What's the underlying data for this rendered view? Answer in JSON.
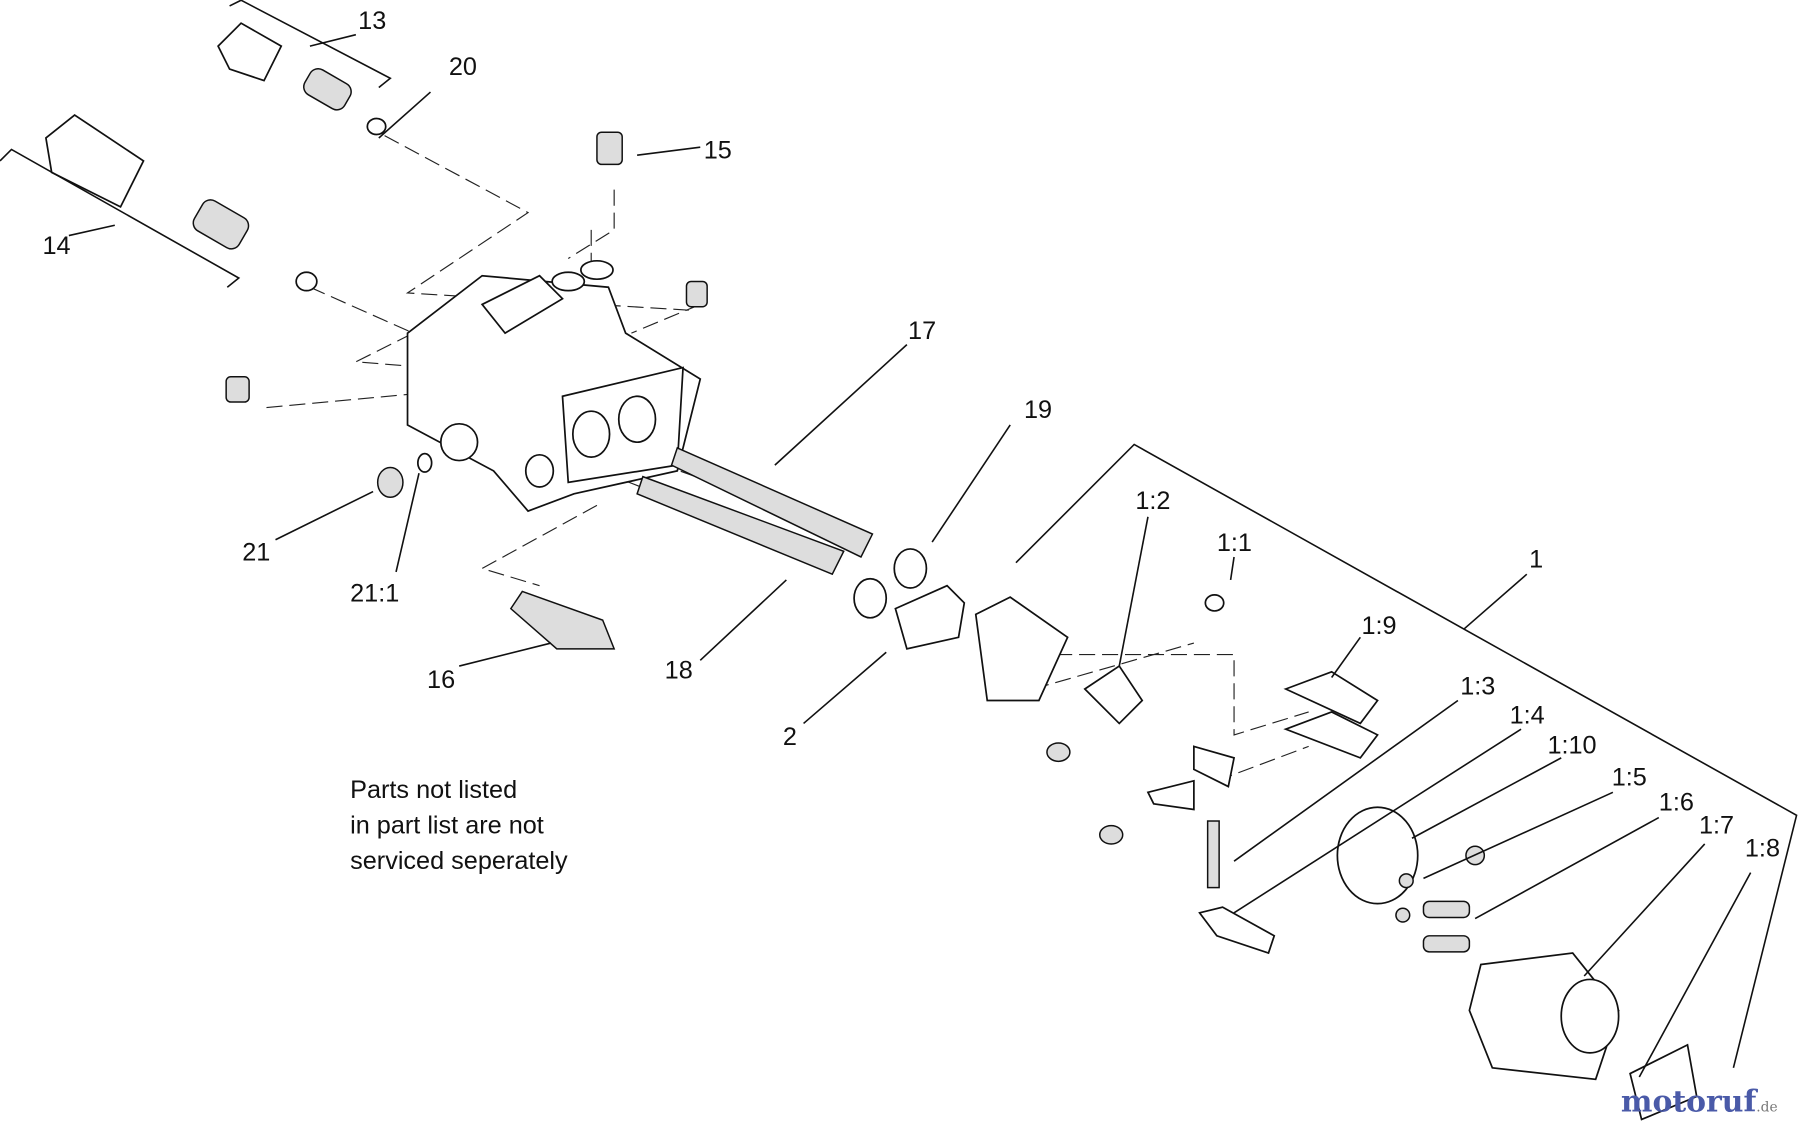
{
  "callouts": [
    {
      "id": "13",
      "text": "13"
    },
    {
      "id": "20",
      "text": "20"
    },
    {
      "id": "15",
      "text": "15"
    },
    {
      "id": "14",
      "text": "14"
    },
    {
      "id": "17",
      "text": "17"
    },
    {
      "id": "19",
      "text": "19"
    },
    {
      "id": "21",
      "text": "21"
    },
    {
      "id": "21_1",
      "text": "21:1"
    },
    {
      "id": "16",
      "text": "16"
    },
    {
      "id": "18",
      "text": "18"
    },
    {
      "id": "2",
      "text": "2"
    },
    {
      "id": "1_2",
      "text": "1:2"
    },
    {
      "id": "1_1",
      "text": "1:1"
    },
    {
      "id": "1",
      "text": "1"
    },
    {
      "id": "1_9",
      "text": "1:9"
    },
    {
      "id": "1_3",
      "text": "1:3"
    },
    {
      "id": "1_4",
      "text": "1:4"
    },
    {
      "id": "1_10",
      "text": "1:10"
    },
    {
      "id": "1_5",
      "text": "1:5"
    },
    {
      "id": "1_6",
      "text": "1:6"
    },
    {
      "id": "1_7",
      "text": "1:7"
    },
    {
      "id": "1_8",
      "text": "1:8"
    }
  ],
  "note": {
    "lines": [
      "Parts not listed",
      "in part list are not",
      "serviced seperately"
    ]
  },
  "watermark": {
    "text": "motoruf",
    "suffix": ".de"
  }
}
